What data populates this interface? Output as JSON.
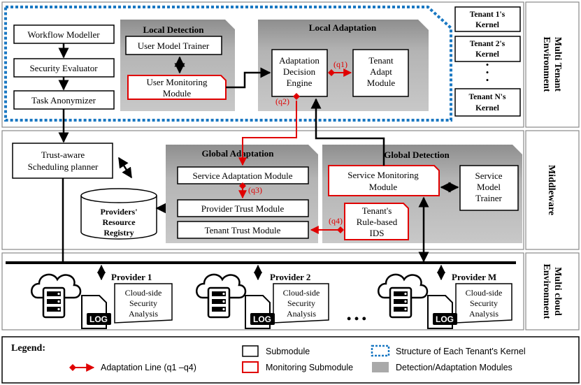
{
  "layers": {
    "multi_tenant": [
      "Multi Tenant",
      "Environment"
    ],
    "middleware": [
      "Middleware"
    ],
    "multi_cloud": [
      "Multi cloud",
      "Environment"
    ]
  },
  "kernels": {
    "k1": [
      "Tenant 1's",
      "Kernel"
    ],
    "k2": [
      "Tenant 2's",
      "Kernel"
    ],
    "kn": [
      "Tenant N's",
      "Kernel"
    ],
    "dots": "•"
  },
  "tenant_kernel": {
    "workflow_modeller": "Workflow Modeller",
    "security_evaluator": "Security Evaluator",
    "task_anonymizer": "Task Anonymizer",
    "local_detection": {
      "title": "Local Detection",
      "user_model_trainer": "User Model Trainer",
      "user_monitoring": [
        "User Monitoring",
        "Module"
      ]
    },
    "local_adaptation": {
      "title": "Local Adaptation",
      "decision_engine": [
        "Adaptation",
        "Decision",
        "Engine"
      ],
      "tenant_adapt": [
        "Tenant",
        "Adapt",
        "Module"
      ]
    }
  },
  "middleware": {
    "scheduling_planner": [
      "Trust-aware",
      "Scheduling planner"
    ],
    "registry": [
      "Providers'",
      "Resource",
      "Registry"
    ],
    "global_adaptation": {
      "title": "Global Adaptation",
      "service_adaptation": "Service Adaptation Module",
      "provider_trust": "Provider Trust Module",
      "tenant_trust": "Tenant Trust Module"
    },
    "global_detection": {
      "title": "Global Detection",
      "service_monitoring": [
        "Service Monitoring",
        "Module"
      ],
      "service_model_trainer": [
        "Service",
        "Model",
        "Trainer"
      ],
      "ids": [
        "Tenant's",
        "Rule-based",
        "IDS"
      ]
    }
  },
  "adaptation_labels": {
    "q1": "(q1)",
    "q2": "(q2)",
    "q3": "(q3)",
    "q4": "(q4)"
  },
  "providers": [
    {
      "name": "Provider 1",
      "analysis": [
        "Cloud-side",
        "Security",
        "Analysis"
      ],
      "log": "LOG"
    },
    {
      "name": "Provider 2",
      "analysis": [
        "Cloud-side",
        "Security",
        "Analysis"
      ],
      "log": "LOG"
    },
    {
      "name": "Provider M",
      "analysis": [
        "Cloud-side",
        "Security",
        "Analysis"
      ],
      "log": "LOG"
    }
  ],
  "provider_dots": "•  •  •",
  "legend": {
    "title": "Legend:",
    "adaptation_line": "Adaptation Line (q1 –q4)",
    "submodule": "Submodule",
    "monitoring_submodule": "Monitoring Submodule",
    "kernel_structure": "Structure of Each Tenant's Kernel",
    "detection_adaptation": "Detection/Adaptation Modules"
  },
  "colors": {
    "monitor_red": "#e00000",
    "kernel_blue": "#1a78c2",
    "module_grey": "#a9a9a9",
    "layer_border": "#888888"
  }
}
